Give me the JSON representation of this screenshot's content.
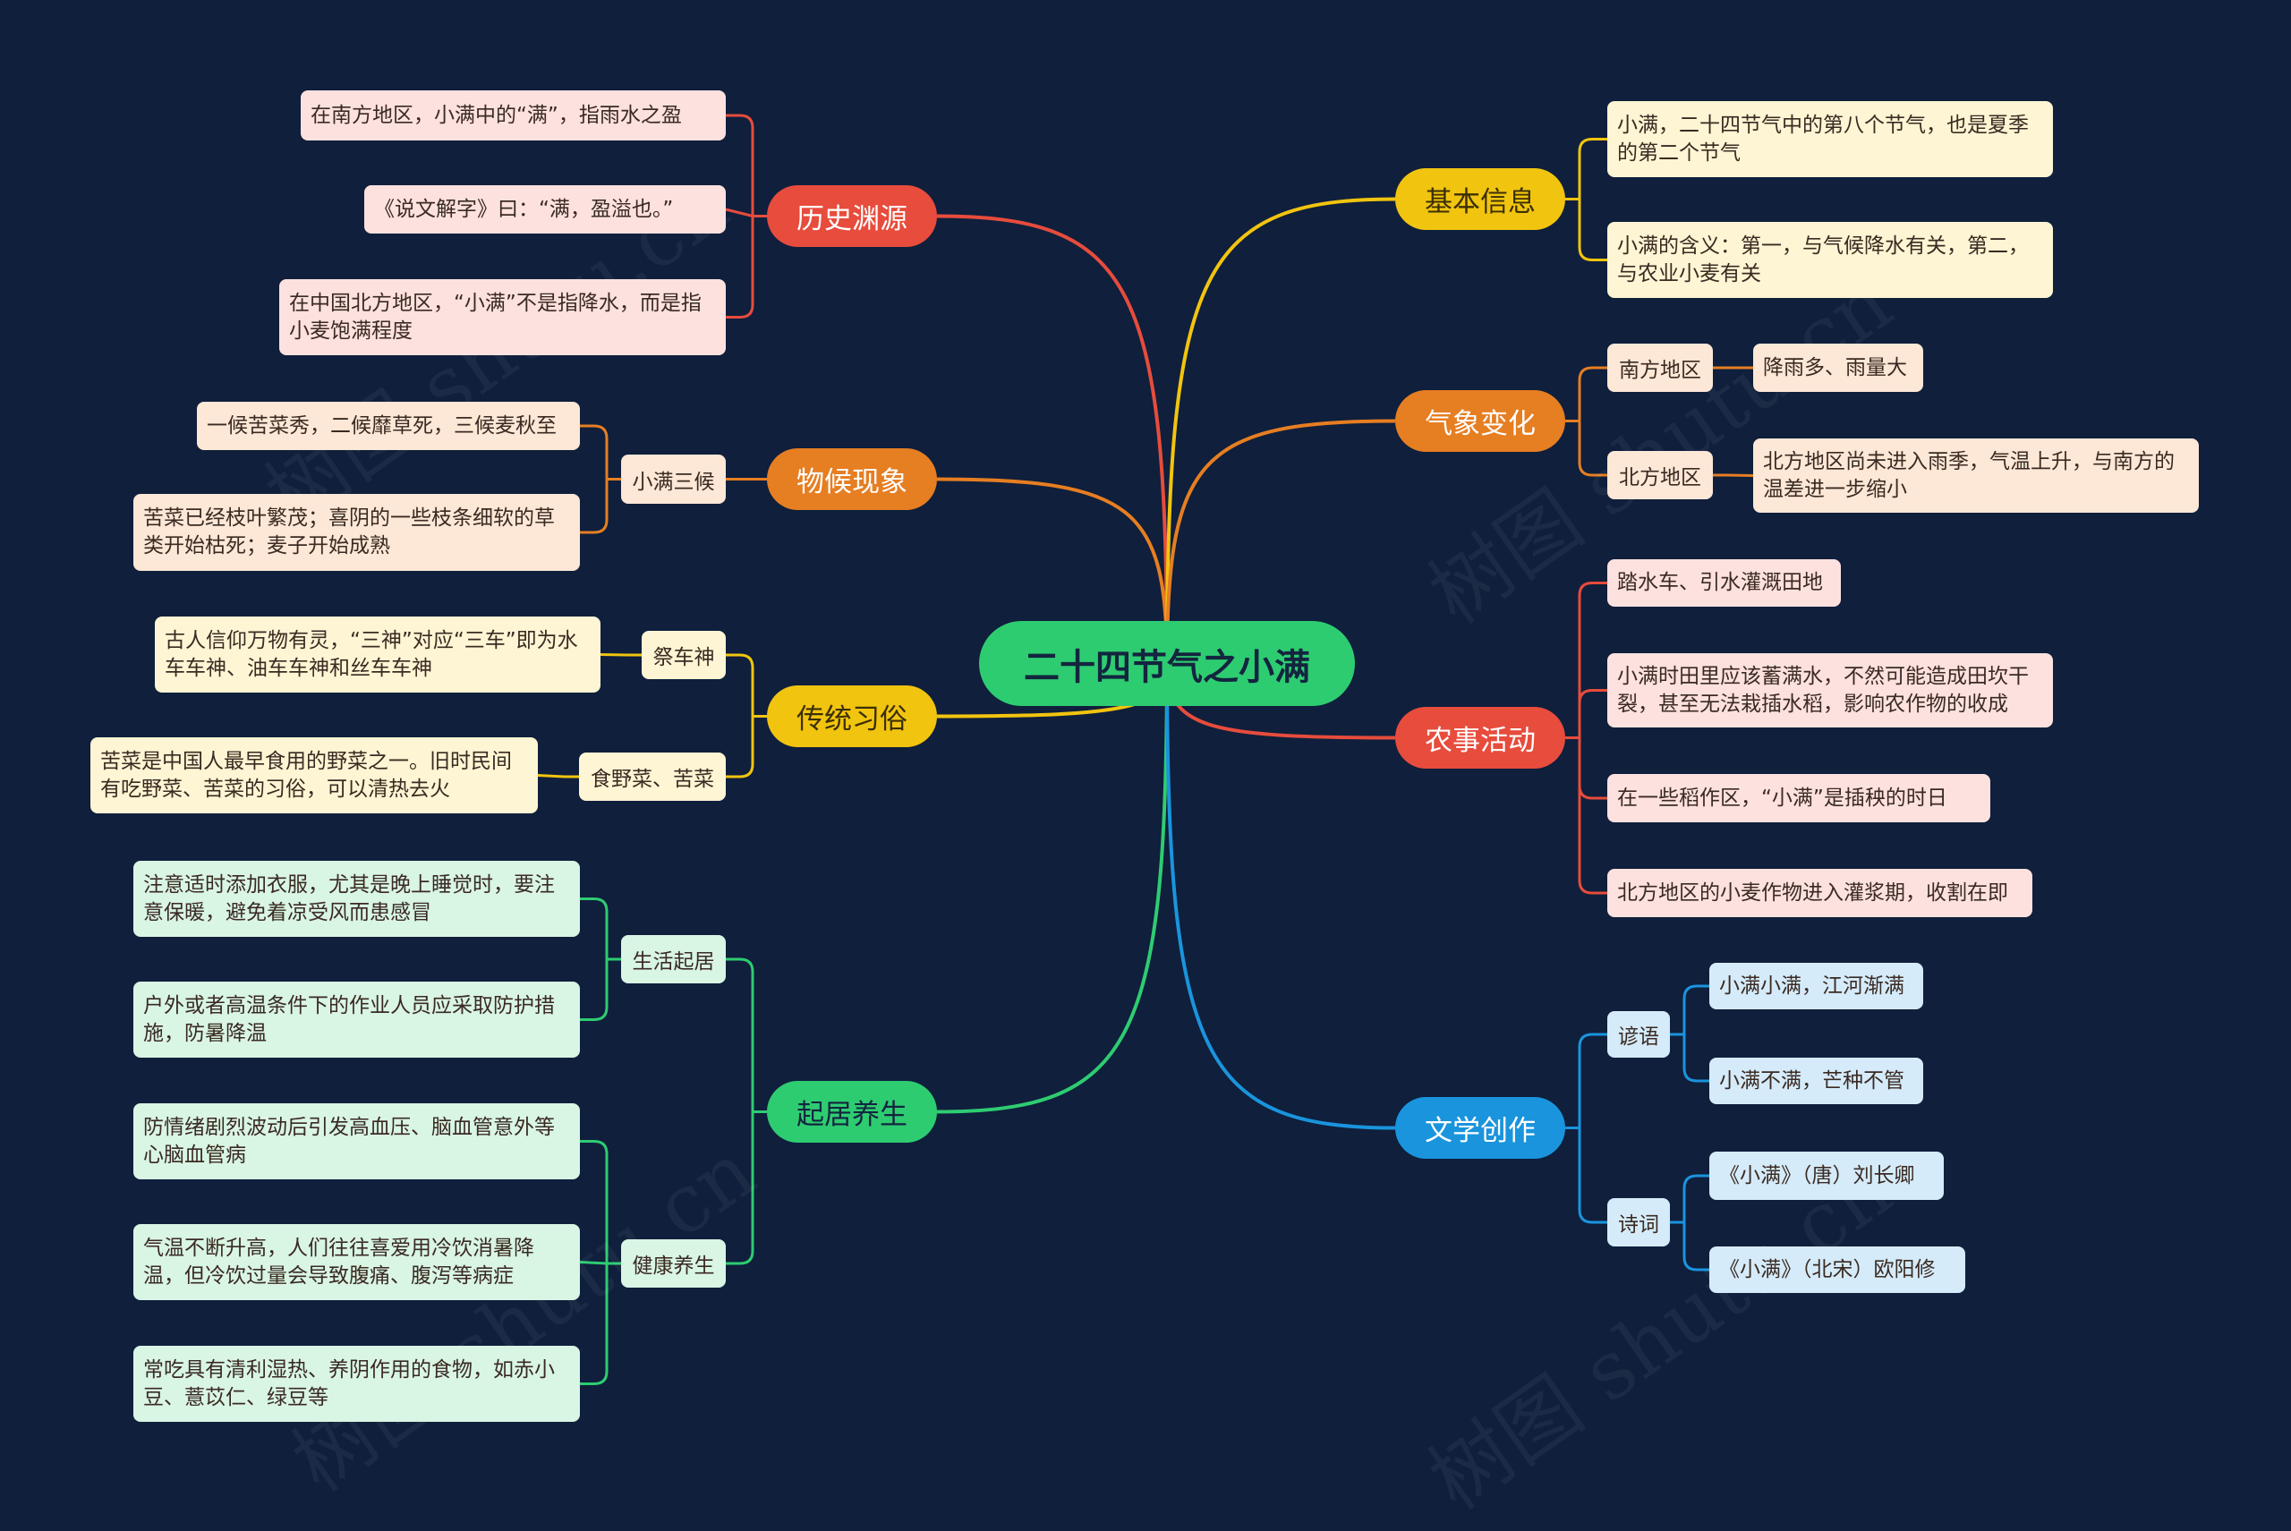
{
  "center": "二十四节气之小满",
  "watermark": "树图 shutu.cn",
  "colors": {
    "background": "#0f1f3c",
    "red": "#e74c3c",
    "orange": "#e67e22",
    "yellow": "#f1c40f",
    "green": "#2ecc71",
    "blue": "#1a94dd"
  },
  "history": {
    "label": "历史渊源",
    "items": [
      "在南方地区，小满中的“满”，指雨水之盈",
      "《说文解字》曰：“满，盈溢也。”",
      "在中国北方地区，“小满”不是指降水，而是指小麦饱满程度"
    ]
  },
  "phenology": {
    "label": "物候现象",
    "sub": "小满三候",
    "items": [
      "一候苦菜秀，二候靡草死，三候麦秋至",
      "苦菜已经枝叶繁茂；喜阴的一些枝条细软的草类开始枯死；麦子开始成熟"
    ]
  },
  "customs": {
    "label": "传统习俗",
    "subs": [
      {
        "label": "祭车神",
        "item": "古人信仰万物有灵，“三神”对应“三车”即为水车车神、油车车神和丝车车神"
      },
      {
        "label": "食野菜、苦菜",
        "item": "苦菜是中国人最早食用的野菜之一。旧时民间有吃野菜、苦菜的习俗，可以清热去火"
      }
    ]
  },
  "health": {
    "label": "起居养生",
    "subs": [
      {
        "label": "生活起居",
        "items": [
          "注意适时添加衣服，尤其是晚上睡觉时，要注意保暖，避免着凉受风而患感冒",
          "户外或者高温条件下的作业人员应采取防护措施，防暑降温"
        ]
      },
      {
        "label": "健康养生",
        "items": [
          "防情绪剧烈波动后引发高血压、脑血管意外等心脑血管病",
          "气温不断升高，人们往往喜爱用冷饮消暑降温，但冷饮过量会导致腹痛、腹泻等病症",
          "常吃具有清利湿热、养阴作用的食物，如赤小豆、薏苡仁、绿豆等"
        ]
      }
    ]
  },
  "basic": {
    "label": "基本信息",
    "items": [
      "小满，二十四节气中的第八个节气，也是夏季的第二个节气",
      "小满的含义：第一，与气候降水有关，第二，与农业小麦有关"
    ]
  },
  "weather": {
    "label": "气象变化",
    "subs": [
      {
        "label": "南方地区",
        "item": "降雨多、雨量大"
      },
      {
        "label": "北方地区",
        "item": "北方地区尚未进入雨季，气温上升，与南方的温差进一步缩小"
      }
    ]
  },
  "farming": {
    "label": "农事活动",
    "items": [
      "踏水车、引水灌溉田地",
      "小满时田里应该蓄满水，不然可能造成田坎干裂，甚至无法栽插水稻，影响农作物的收成",
      "在一些稻作区，“小满”是插秧的时日",
      "北方地区的小麦作物进入灌浆期，收割在即"
    ]
  },
  "literature": {
    "label": "文学创作",
    "subs": [
      {
        "label": "谚语",
        "items": [
          "小满小满，江河渐满",
          "小满不满，芒种不管"
        ]
      },
      {
        "label": "诗词",
        "items": [
          "《小满》（唐）刘长卿",
          "《小满》（北宋）欧阳修"
        ]
      }
    ]
  }
}
